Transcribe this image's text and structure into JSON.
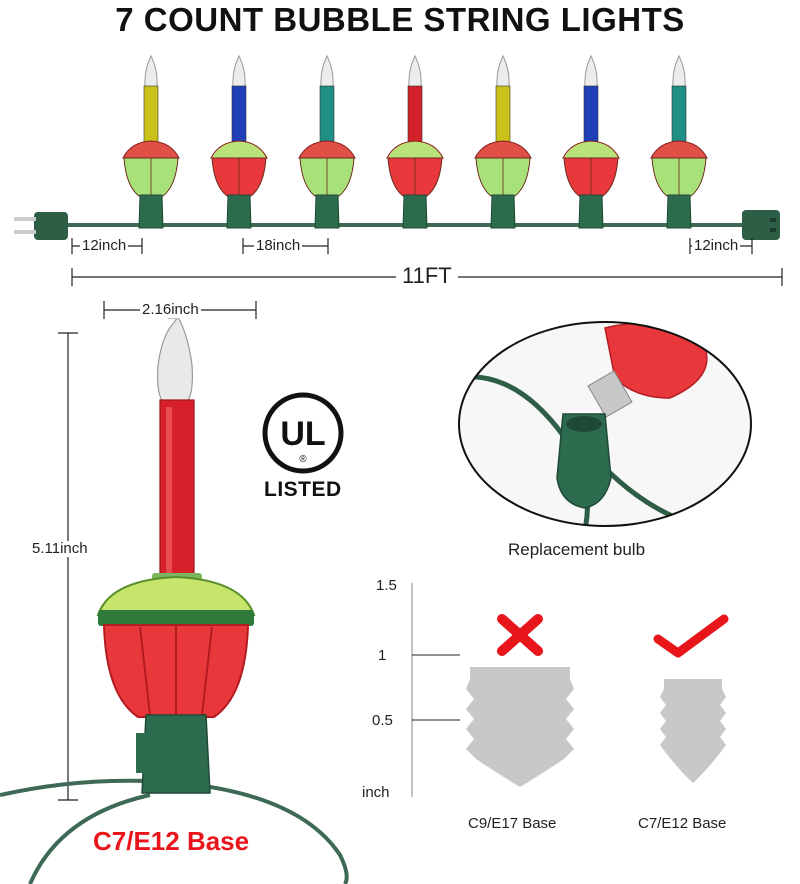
{
  "title": "7 COUNT BUBBLE STRING LIGHTS",
  "string_dims": {
    "lead_left": "12inch",
    "spacing": "18inch",
    "lead_right": "12inch",
    "total_length": "11FT"
  },
  "bulb_colors": [
    "#c9c21a",
    "#1f3fb8",
    "#1f8f86",
    "#d4202a",
    "#c9c21a",
    "#1f3fb8",
    "#1f8f86"
  ],
  "globe_colors": [
    "green",
    "red",
    "green",
    "red",
    "green",
    "red",
    "green"
  ],
  "bulb_dims": {
    "width": "2.16inch",
    "height": "5.11inch"
  },
  "ul_mark": {
    "symbol": "UL",
    "registered": "®",
    "listed": "LISTED"
  },
  "replacement_caption": "Replacement bulb",
  "base_label": "C7/E12 Base",
  "base_chart": {
    "y_ticks": [
      "1.5",
      "1",
      "0.5"
    ],
    "unit": "inch",
    "bases": [
      {
        "label": "C9/E17 Base",
        "mark": "x-icon"
      },
      {
        "label": "C7/E12 Base",
        "mark": "check-icon"
      }
    ]
  },
  "colors": {
    "wire": "#3e6a55",
    "socket": "#2d6b4f",
    "accent_red": "#e8151b"
  }
}
